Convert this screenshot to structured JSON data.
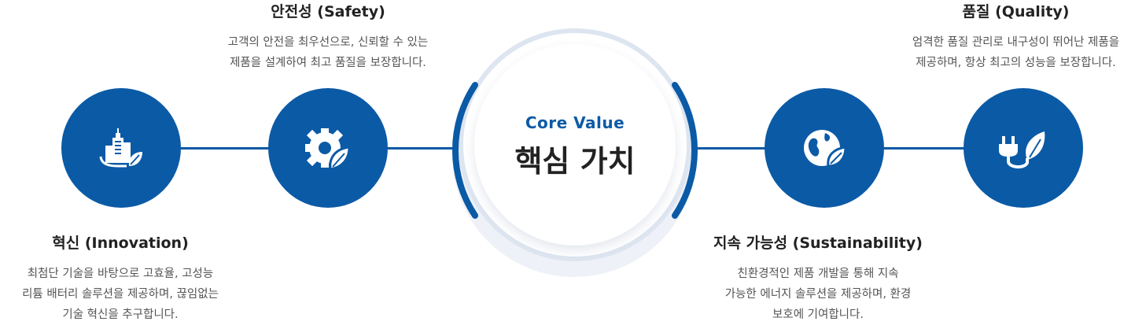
{
  "center": {
    "subtitle": "Core Value",
    "title": "핵심 가치"
  },
  "values": [
    {
      "title": "혁신 (Innovation)",
      "lines": [
        "최첨단 기술을 바탕으로 고효율, 고성능",
        "리튬 배터리 솔루션을 제공하며, 끊임없는",
        "기술 혁신을 추구합니다."
      ],
      "icon": "eco-city-icon"
    },
    {
      "title": "안전성 (Safety)",
      "lines": [
        "고객의 안전을 최우선으로, 신뢰할 수 있는",
        "제품을 설계하여 최고 품질을 보장합니다."
      ],
      "icon": "eco-gear-icon"
    },
    {
      "title": "지속 가능성 (Sustainability)",
      "lines": [
        "친환경적인 제품 개발을 통해 지속",
        "가능한 에너지 솔루션을 제공하며, 환경",
        "보호에 기여합니다."
      ],
      "icon": "eco-globe-icon"
    },
    {
      "title": "품질 (Quality)",
      "lines": [
        "엄격한 품질 관리로 내구성이 뛰어난 제품을",
        "제공하며, 항상 최고의 성능을 보장합니다."
      ],
      "icon": "eco-plug-icon"
    }
  ],
  "colors": {
    "primary": "#0b5aa6",
    "text": "#222222",
    "muted": "#555555"
  }
}
